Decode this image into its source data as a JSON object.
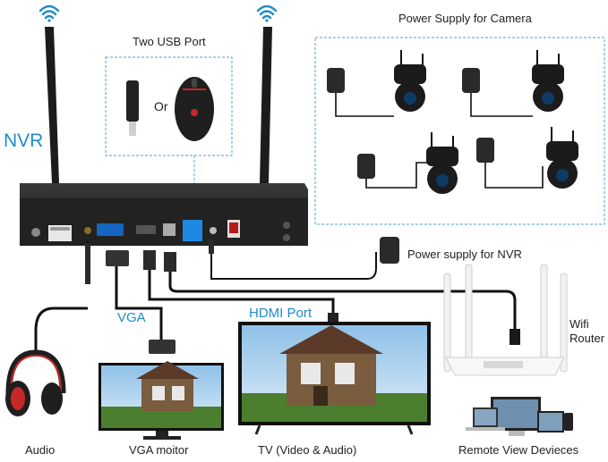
{
  "labels": {
    "nvr": "NVR",
    "two_usb_port": "Two USB Port",
    "or": "Or",
    "power_supply_camera": "Power Supply for Camera",
    "power_supply_nvr": "Power supply for NVR",
    "vga": "VGA",
    "hdmi_port": "HDMI Port",
    "wifi_line1": "Wifi",
    "wifi_line2": "Router",
    "audio": "Audio",
    "vga_monitor": "VGA moitor",
    "tv": "TV  (Video & Audio)",
    "remote_view": "Remote View Devieces"
  },
  "icons": [
    "wifi-signal-icon",
    "antenna-icon",
    "usb-dongle-icon",
    "mouse-icon",
    "power-adapter-icon",
    "camera-icon",
    "headphones-icon",
    "monitor-icon",
    "tv-icon",
    "router-icon",
    "devices-icon"
  ],
  "colors": {
    "accent_blue": "#1f8bc8",
    "dashed_border": "#4aa3d8",
    "device_dark": "#1e1e1e",
    "cable": "#111111"
  }
}
